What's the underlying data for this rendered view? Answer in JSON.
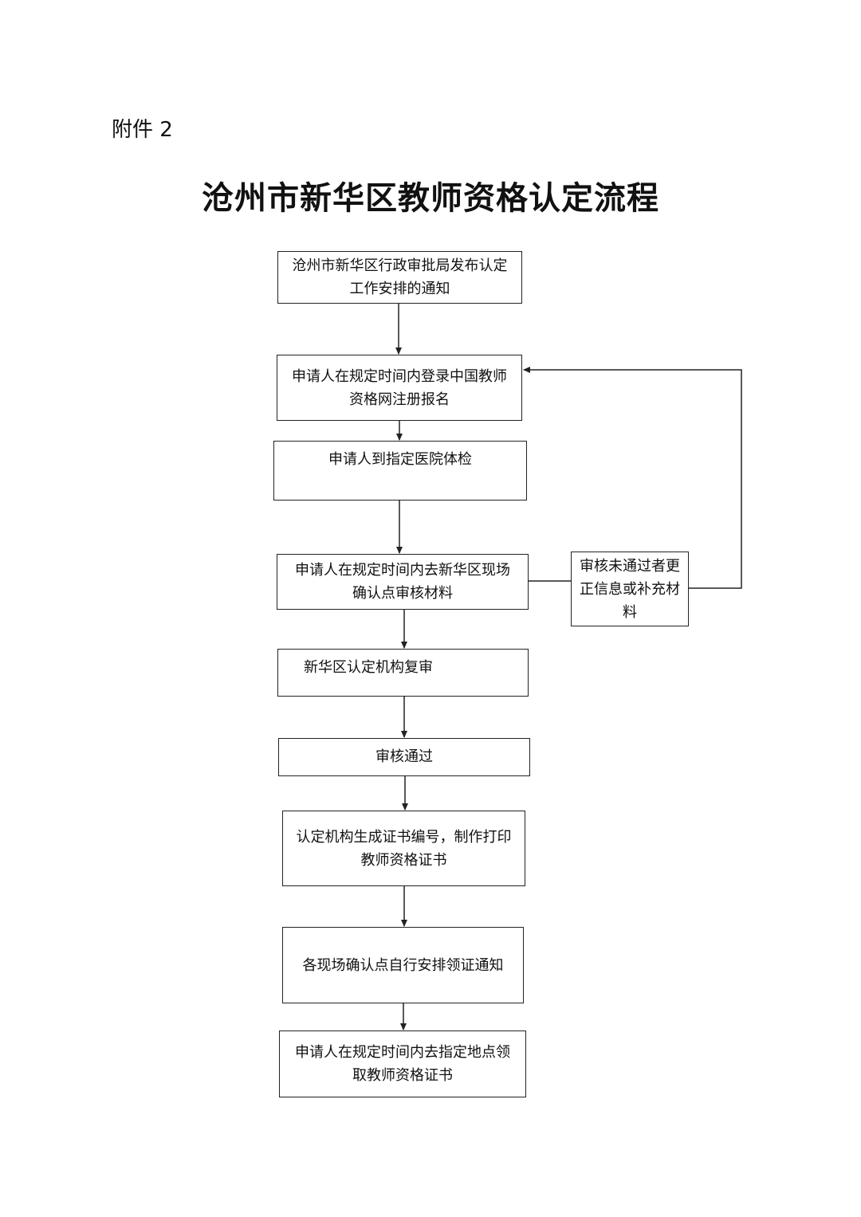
{
  "header": {
    "attachment_label": "附件 2",
    "title": "沧州市新华区教师资格认定流程"
  },
  "flow": {
    "step1": "沧州市新华区行政审批局发布认定工作安排的通知",
    "step2": "申请人在规定时间内登录中国教师资格网注册报名",
    "step3": "申请人到指定医院体检",
    "step4": "申请人在规定时间内去新华区现场确认点审核材料",
    "step4_side": "审核未通过者更正信息或补充材料",
    "step5": "新华区认定机构复审",
    "step6": "审核通过",
    "step7": "认定机构生成证书编号，制作打印教师资格证书",
    "step8": "各现场确认点自行安排领证通知",
    "step9": "申请人在规定时间内去指定地点领取教师资格证书"
  }
}
